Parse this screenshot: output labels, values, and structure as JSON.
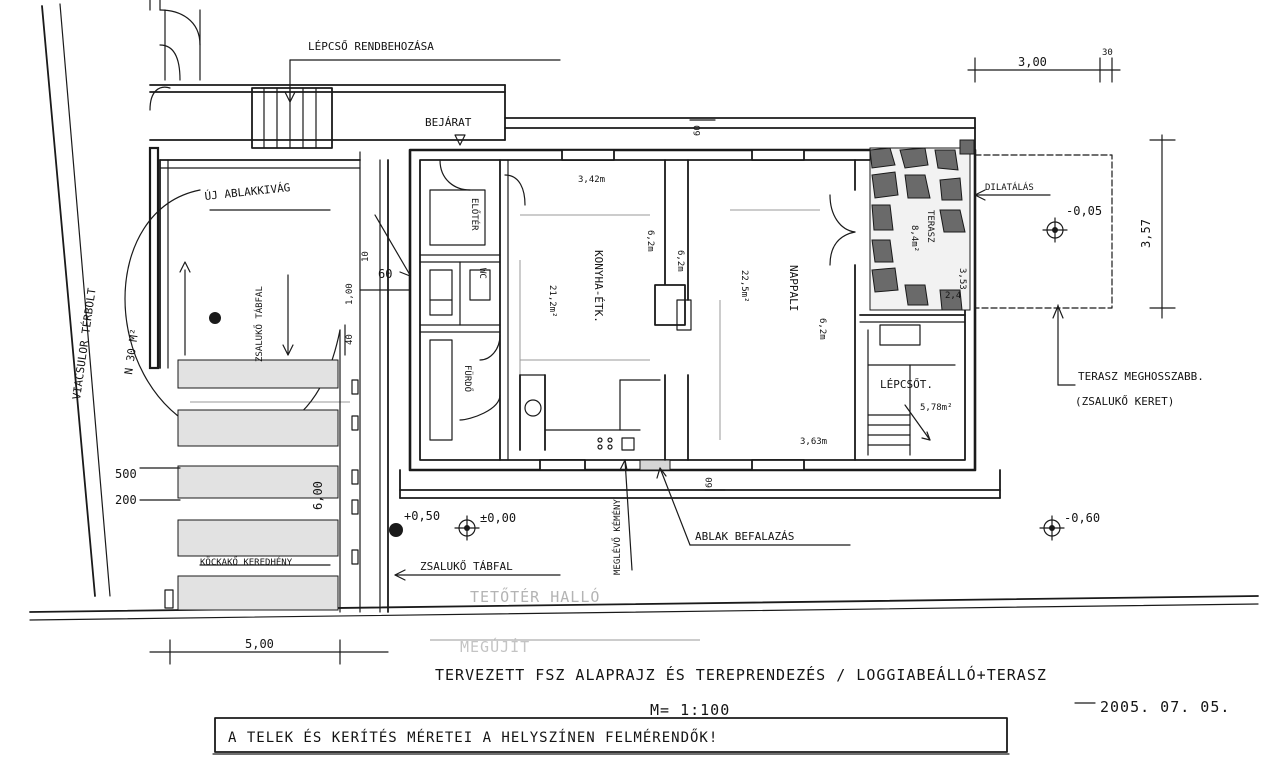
{
  "labels": {
    "stair_renovation": "LÉPCSŐ RENDBEHOZÁSA",
    "entrance": "BEJÁRAT",
    "new_window": "ÚJ ABLAKKIVÁG",
    "neighbor": "VIACSULOR TÉRBOLT",
    "area_note": "N 30 M²",
    "slat_fence_upper": "ZSALUKŐ TÁBFAL",
    "paving": "KÖCKAKŐ KEREDHÉNY",
    "slat_fence_lower": "ZSALUKŐ TÁBFAL",
    "flue": "MEGLÉVŐ KÉMÉNY",
    "window_infill": "ABLAK BEFALAZÁS",
    "dilatation": "DILATÁLÁS",
    "terrace_note_1": "TERASZ MEGHOSSZABB.",
    "terrace_note_2": "(ZSALUKŐ KERET)",
    "terrace_room": "TERASZ",
    "kitchen_room": "KONYHA-ÉTK.",
    "living_room": "NAPPALI",
    "stair_room": "LÉPCSŐT.",
    "bath_room": "FÜRDŐ",
    "wc_room": "WC",
    "hall_room": "ELŐTÉR",
    "ghost_1": "TETŐTÉR HALLÓ",
    "ghost_2": "MEGÚJÍT"
  },
  "dimensions": {
    "terrace_width": "3,00",
    "terrace_edge": "30",
    "terrace_depth": "3,57",
    "plot_width": "5,00",
    "fence_height": "6,00",
    "dim_500": "500",
    "dim_200": "200",
    "dim_60_top": "60",
    "dim_60_mid": "60",
    "dim_60_bottom": "60",
    "dim_10": "10",
    "dim_1_00": "1,00",
    "dim_40": "40",
    "kitchen_width": "3,42m",
    "living_width": "3,63m",
    "kitchen_area": "21,2m²",
    "living_area": "22,5m²",
    "stair_area": "5,78m²",
    "terrace_area": "8,4m²",
    "wall_height_1": "6,2m",
    "wall_height_2": "6,2m",
    "wall_height_3": "6,2m",
    "small_dim": "2,4",
    "terrace_small": "3,53"
  },
  "levels": {
    "plus_050": "+0,50",
    "zero": "±0,00",
    "terrace": "-0,05",
    "ground": "-0,60"
  },
  "title": "TERVEZETT FSZ ALAPRAJZ ÉS TEREPRENDEZÉS / LOGGIABEÁLLÓ+TERASZ",
  "scale": "M= 1:100",
  "date": "2005. 07. 05.",
  "footer_note": "A TELEK ÉS KERÍTÉS MÉRETEI A HELYSZÍNEN FELMÉRENDŐK!",
  "colors": {
    "ink": "#1a1a1a",
    "paper": "#ffffff",
    "hatch": "#d6d6d6"
  }
}
